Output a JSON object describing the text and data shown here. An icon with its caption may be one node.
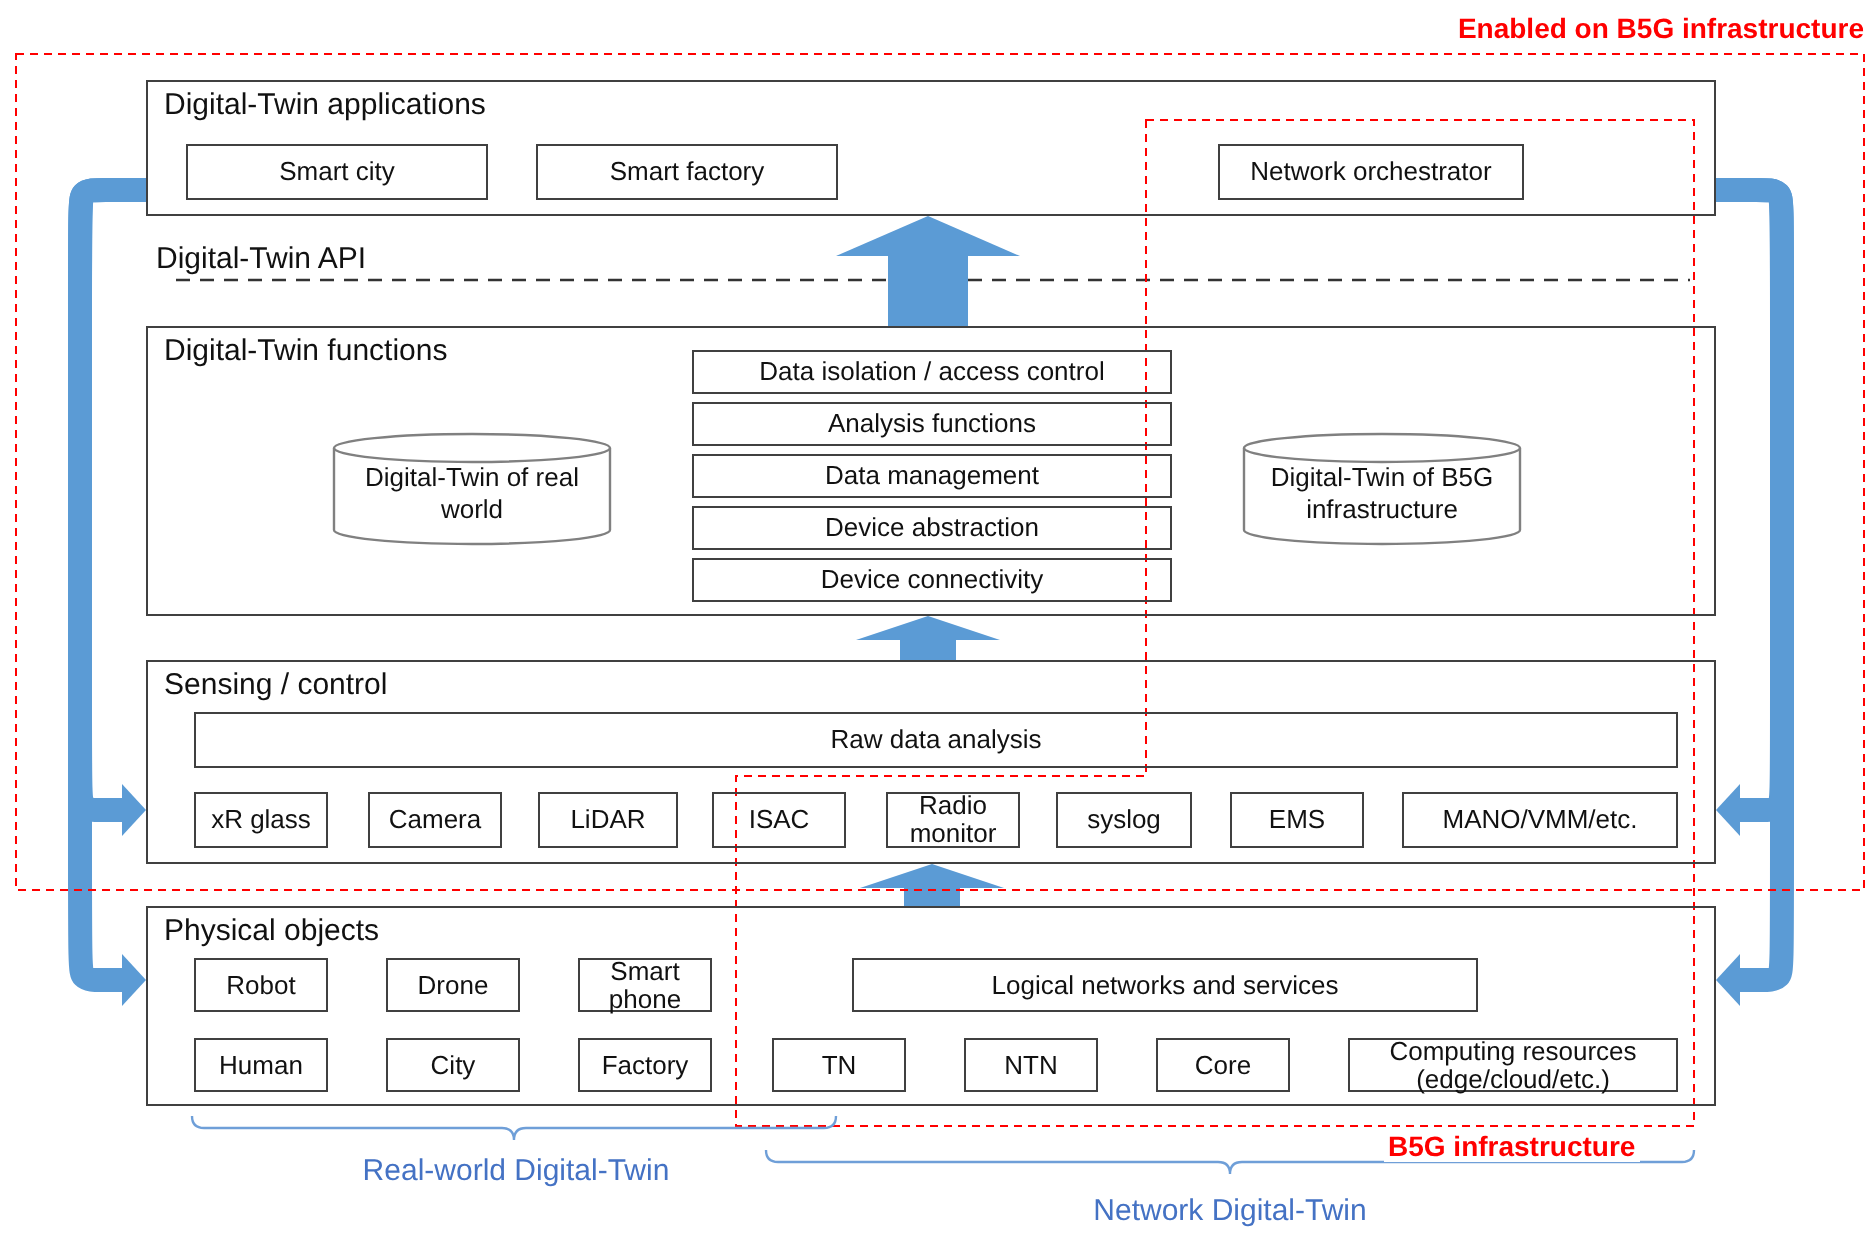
{
  "diagram": {
    "nodes": [
      {
        "text": [
          "Digital-Twin applications"
        ]
      },
      {
        "text": [
          "Smart city"
        ],
        "in": 0
      },
      {
        "text": [
          "Smart factory"
        ],
        "in": 0
      },
      {
        "text": [
          "Network orchestrator"
        ],
        "in": 0
      },
      {
        "text": [
          "Digital-Twin functions"
        ]
      },
      {
        "text": [
          "Data isolation / access control"
        ],
        "in": 4
      },
      {
        "text": [
          "Analysis functions"
        ],
        "in": 4
      },
      {
        "text": [
          "Data management"
        ],
        "in": 4
      },
      {
        "text": [
          "Device abstraction"
        ],
        "in": 4
      },
      {
        "text": [
          "Device connectivity"
        ],
        "in": 4
      },
      {
        "text": [
          "Digital-Twin of real world"
        ],
        "in": 4
      },
      {
        "text": [
          "Digital-Twin of B5G infrastructure"
        ],
        "in": 4
      },
      {
        "text": [
          "Sensing / control"
        ]
      },
      {
        "text": [
          "Raw data analysis"
        ],
        "in": 12
      },
      {
        "text": [
          "xR glass"
        ],
        "in": 12
      },
      {
        "text": [
          "Camera"
        ],
        "in": 12
      },
      {
        "text": [
          "LiDAR"
        ],
        "in": 12
      },
      {
        "text": [
          "ISAC"
        ],
        "in": 12
      },
      {
        "text": [
          "Radio monitor"
        ],
        "in": 12
      },
      {
        "text": [
          "syslog"
        ],
        "in": 12
      },
      {
        "text": [
          "EMS"
        ],
        "in": 12
      },
      {
        "text": [
          "MANO/VMM/etc."
        ],
        "in": 12
      },
      {
        "text": [
          "Physical objects"
        ]
      },
      {
        "text": [
          "Robot"
        ],
        "in": 22
      },
      {
        "text": [
          "Drone"
        ],
        "in": 22
      },
      {
        "text": [
          "Smart phone"
        ],
        "in": 22
      },
      {
        "text": [
          "Logical networks and services"
        ],
        "in": 22
      },
      {
        "text": [
          "Human"
        ],
        "in": 22
      },
      {
        "text": [
          "City"
        ],
        "in": 22
      },
      {
        "text": [
          "Factory"
        ],
        "in": 22
      },
      {
        "text": [
          "TN"
        ],
        "in": 22
      },
      {
        "text": [
          "NTN"
        ],
        "in": 22
      },
      {
        "text": [
          "Core"
        ],
        "in": 22
      },
      {
        "text": [
          "Computing resources (edge/cloud/etc.)"
        ],
        "in": 22
      }
    ],
    "edges": [
      {
        "from": 0,
        "to": 12,
        "arrow": "to"
      },
      {
        "from": 0,
        "to": 22,
        "arrow": "to"
      },
      {
        "from": 0,
        "to": 12,
        "arrow": "to"
      },
      {
        "from": 0,
        "to": 22,
        "arrow": "to"
      },
      {
        "from": 4,
        "to": 0,
        "arrow": "to",
        "style": "thick"
      },
      {
        "from": 12,
        "to": 4,
        "arrow": "to",
        "style": "thick"
      },
      {
        "from": 22,
        "to": 12,
        "arrow": "to",
        "style": "thick"
      }
    ],
    "labels": [
      "Enabled on B5G infrastructure",
      "Digital-Twin API",
      "B5G infrastructure",
      "Real-world Digital-Twin",
      "Network Digital-Twin"
    ]
  }
}
